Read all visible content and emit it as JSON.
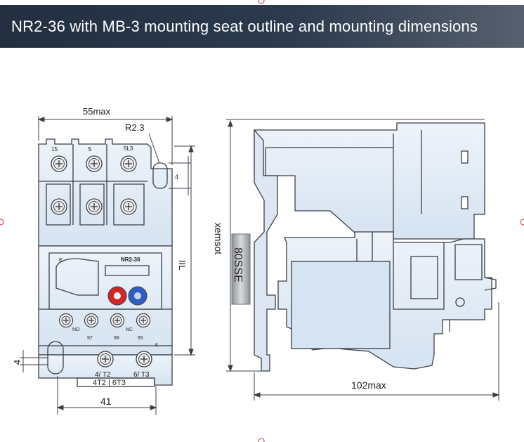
{
  "header": {
    "title": "NR2-36 with MB-3 mounting seat outline and mounting dimensions"
  },
  "front_view": {
    "dim_width_top": "55max",
    "dim_radius": "R2.3",
    "dim_slot": "4",
    "dim_height": "IIL",
    "dim_slot_left": "4",
    "dim_width_bottom": "41",
    "model_label": "NR2-36",
    "terminal_labels": [
      "15",
      "S",
      "5L3"
    ],
    "aux_labels": [
      "NO",
      "NC",
      "97",
      "98",
      "95"
    ],
    "letter_e": "E",
    "letter_e_small": "E",
    "output_terminals": [
      "4/ T2",
      "6/ T3"
    ],
    "bottom_marking": "4T2 | 6T3"
  },
  "side_view": {
    "dim_height": "xemsot",
    "rail_label": "80SSE",
    "dim_depth": "102max"
  },
  "colors": {
    "title_bar": "#232f40",
    "body_fill": "#e3ebf5",
    "line": "#3a3f48",
    "reset_red": "#d0262b",
    "reset_blue": "#2f5fc0",
    "rail_gray": "#b8bcc0"
  }
}
